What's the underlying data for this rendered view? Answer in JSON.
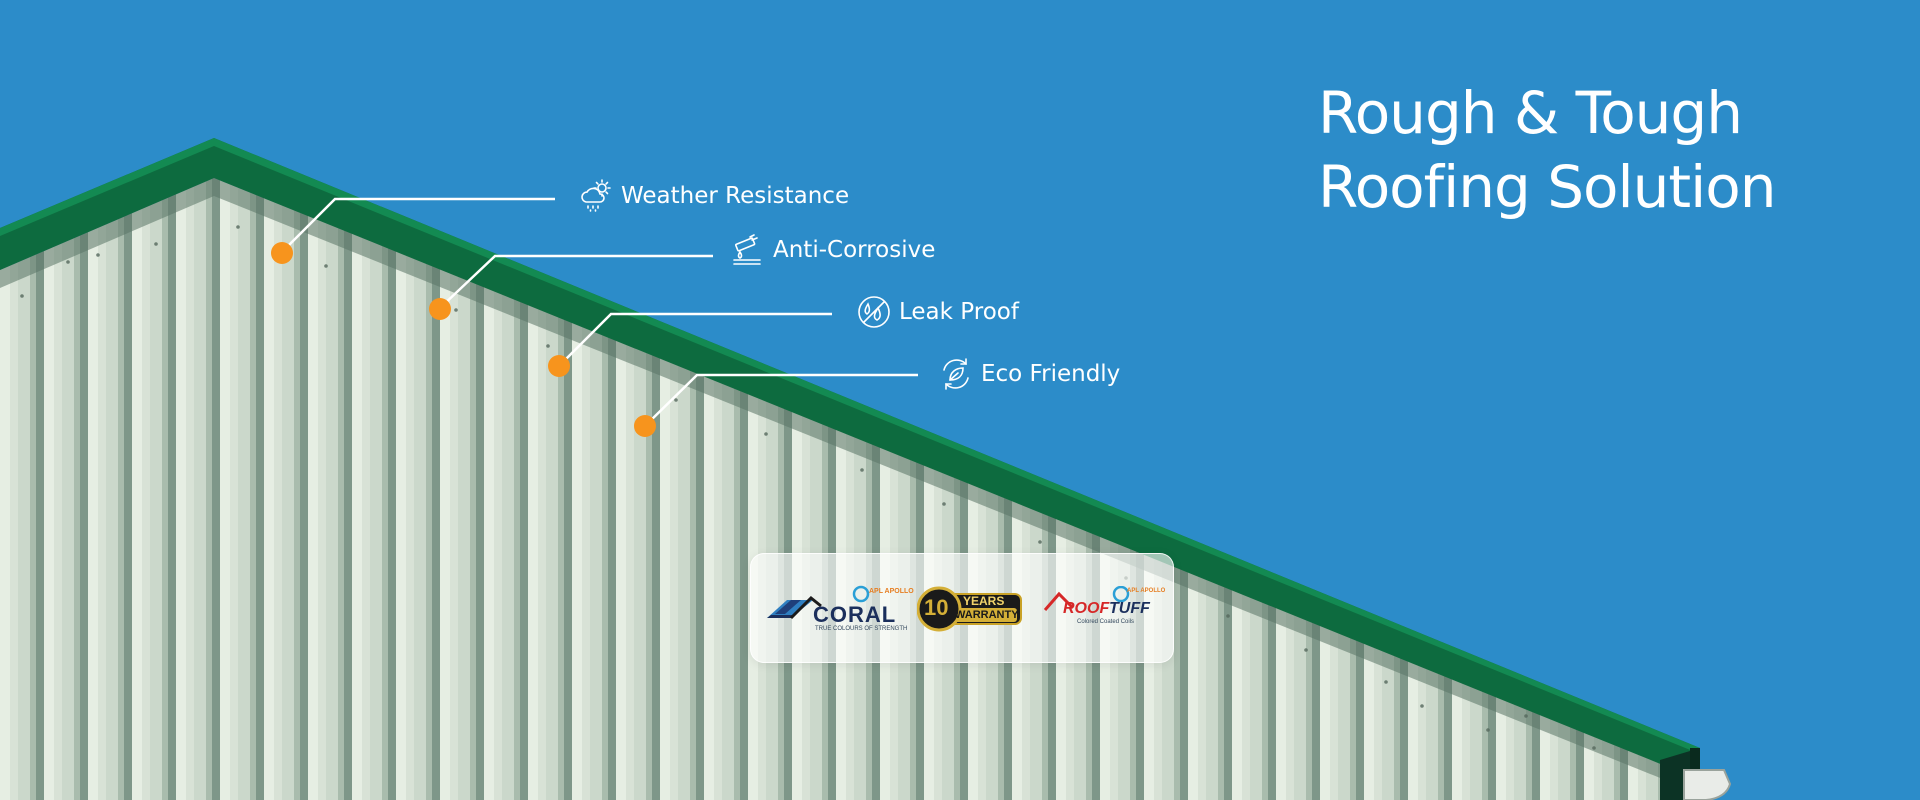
{
  "headline": {
    "line1": "Rough & Tough",
    "line2": "Roofing Solution"
  },
  "features": [
    {
      "label": "Weather Resistance",
      "icon": "weather-icon"
    },
    {
      "label": "Anti-Corrosive",
      "icon": "anti-corrosive-icon"
    },
    {
      "label": "Leak Proof",
      "icon": "leak-proof-icon"
    },
    {
      "label": "Eco Friendly",
      "icon": "eco-friendly-icon"
    }
  ],
  "logos": {
    "coral": {
      "name": "CORAL",
      "tagline": "TRUE COLOURS OF STRENGTH",
      "maker": "APL APOLLO"
    },
    "warranty": {
      "number": "10",
      "line1": "YEARS",
      "line2": "WARRANTY"
    },
    "rooftuff": {
      "name_part1": "ROOF",
      "name_part2": "TUFF",
      "tagline": "Colored Coated Coils",
      "maker": "APL APOLLO"
    }
  },
  "colors": {
    "sky": "#2c8cc9",
    "roof_trim": "#0d6b3f",
    "callout_dot": "#f7941d",
    "panel": "#c9d6c9",
    "text": "#ffffff"
  }
}
